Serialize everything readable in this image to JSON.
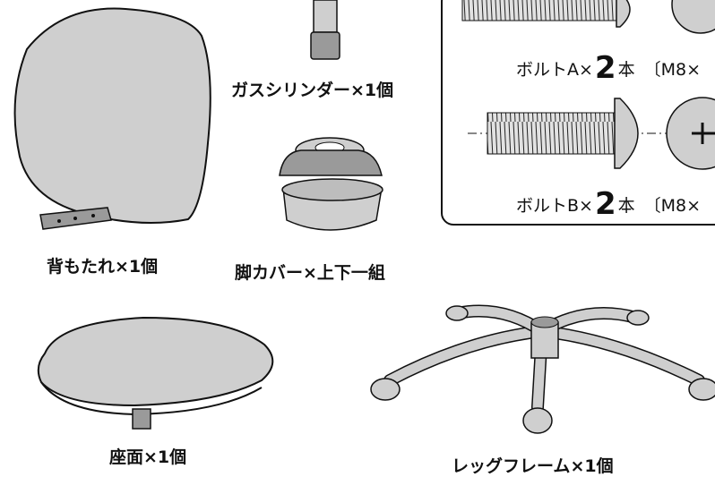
{
  "parts": {
    "backrest": {
      "name": "背もたれ",
      "qty": "×1個"
    },
    "gas_cylinder": {
      "name": "ガスシリンダー",
      "qty": "×1個"
    },
    "leg_cover": {
      "name": "脚カバー",
      "qty": "×上下一組"
    },
    "seat": {
      "name": "座面",
      "qty": "×1個"
    },
    "leg_frame": {
      "name": "レッグフレーム",
      "qty": "×1個"
    }
  },
  "bolts": {
    "a": {
      "name": "ボルトA×",
      "count": "2",
      "unit": "本",
      "spec": "〔M8×"
    },
    "b": {
      "name": "ボルトB×",
      "count": "2",
      "unit": "本",
      "spec": "〔M8×"
    }
  },
  "colors": {
    "part_fill": "#cfcfcf",
    "part_dark": "#9a9a9a",
    "line": "#111111"
  }
}
